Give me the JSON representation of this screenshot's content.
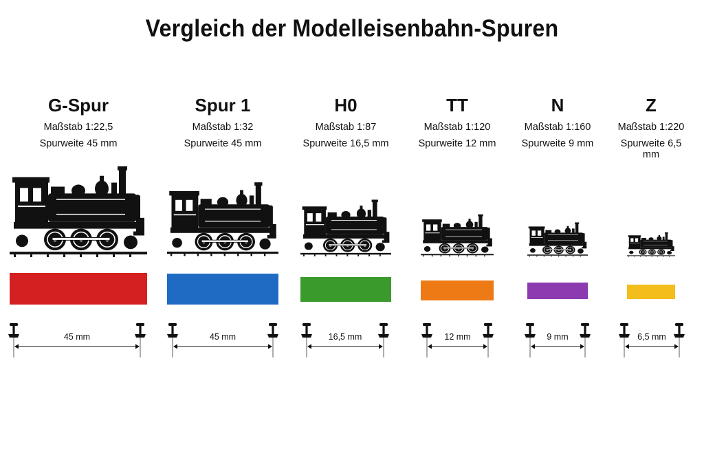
{
  "title": "Vergleich der Modelleisenbahn-Spuren",
  "gauges": [
    {
      "name": "G-Spur",
      "scale": "Maßstab 1:22,5",
      "track": "Spurweite 45 mm",
      "width_label": "45 mm",
      "color": "#d42020"
    },
    {
      "name": "Spur 1",
      "scale": "Maßstab 1:32",
      "track": "Spurweite 45 mm",
      "width_label": "45 mm",
      "color": "#1f6bc4"
    },
    {
      "name": "H0",
      "scale": "Maßstab 1:87",
      "track": "Spurweite 16,5 mm",
      "width_label": "16,5 mm",
      "color": "#3a9a2c"
    },
    {
      "name": "TT",
      "scale": "Maßstab 1:120",
      "track": "Spurweite 12 mm",
      "width_label": "12 mm",
      "color": "#ee7a16"
    },
    {
      "name": "N",
      "scale": "Maßstab 1:160",
      "track": "Spurweite 9 mm",
      "width_label": "9 mm",
      "color": "#8b3ab0"
    },
    {
      "name": "Z",
      "scale": "Maßstab 1:220",
      "track": "Spurweite 6,5 mm",
      "width_label": "6,5 mm",
      "color": "#f3bd1c"
    }
  ]
}
